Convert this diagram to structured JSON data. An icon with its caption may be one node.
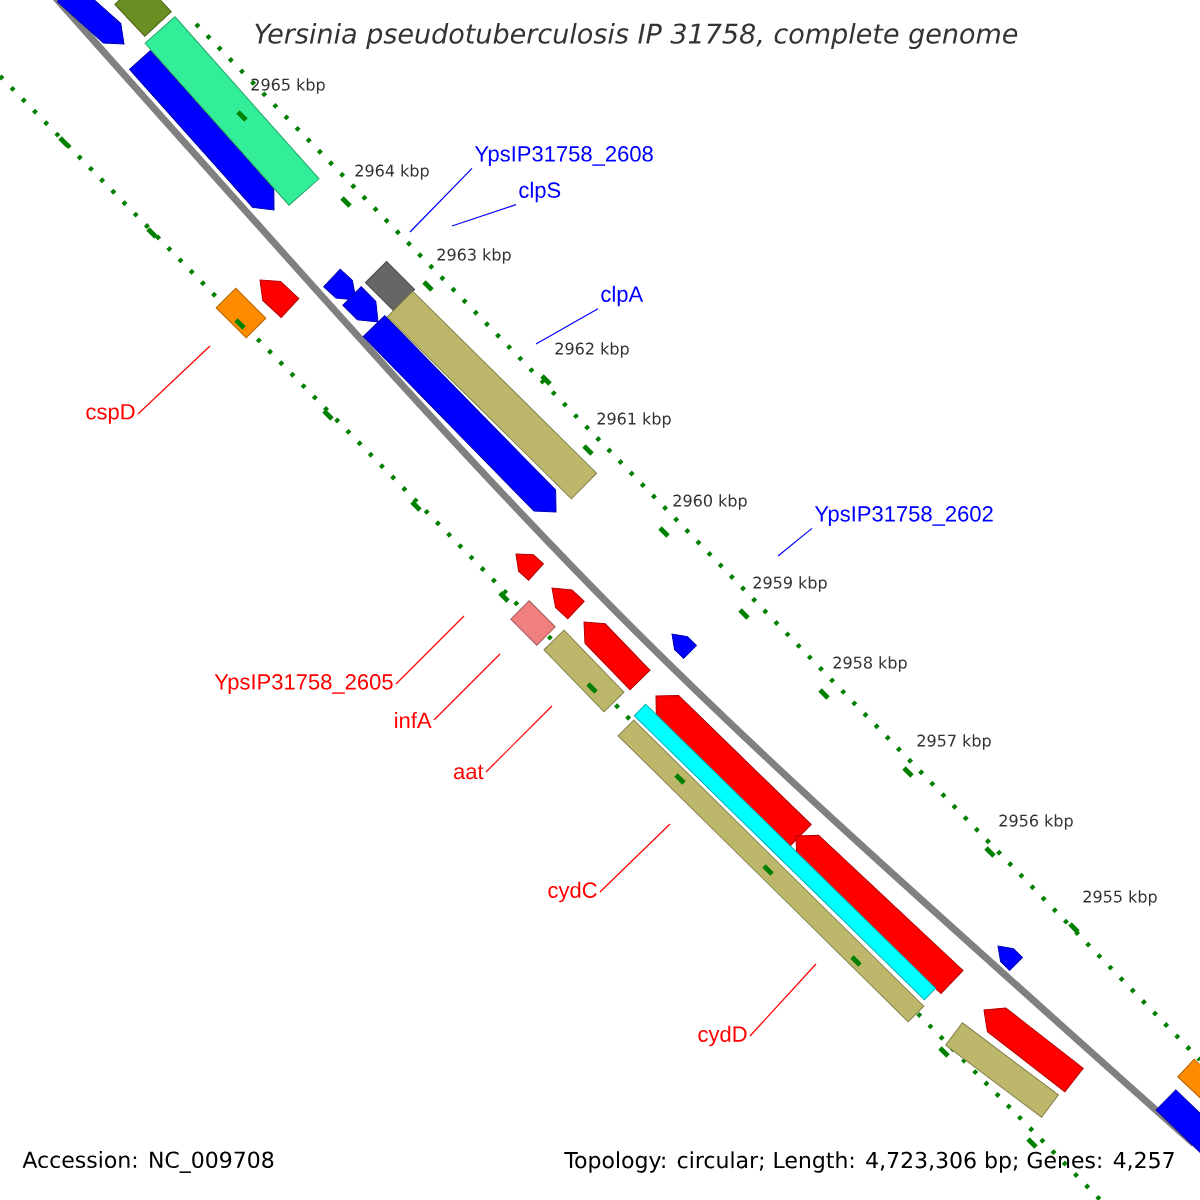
{
  "diagram": {
    "title": "Yersinia pseudotuberculosis IP 31758, complete genome",
    "nodes": [
      {
        "text": [
          "YpsIP31758_2608"
        ]
      },
      {
        "text": [
          "clpS"
        ]
      },
      {
        "text": [
          "clpA"
        ]
      },
      {
        "text": [
          "cspD"
        ]
      },
      {
        "text": [
          "YpsIP31758_2602"
        ]
      },
      {
        "text": [
          "YpsIP31758_2605"
        ]
      },
      {
        "text": [
          "infA"
        ]
      },
      {
        "text": [
          "aat"
        ]
      },
      {
        "text": [
          "cydC"
        ]
      },
      {
        "text": [
          "cydD"
        ]
      }
    ],
    "edges": [
      {
        "from": 0,
        "to": null,
        "arrow": "none",
        "color": "#0000ff"
      },
      {
        "from": 1,
        "to": null,
        "arrow": "none",
        "color": "#0000ff"
      },
      {
        "from": 2,
        "to": null,
        "arrow": "none",
        "color": "#0000ff"
      },
      {
        "from": 3,
        "to": null,
        "arrow": "none"
      },
      {
        "from": 4,
        "to": null,
        "arrow": "none",
        "color": "#0000ff"
      },
      {
        "from": 5,
        "to": null,
        "arrow": "none"
      },
      {
        "from": 6,
        "to": null,
        "arrow": "none"
      },
      {
        "from": 7,
        "to": null,
        "arrow": "none"
      },
      {
        "from": 8,
        "to": null,
        "arrow": "none"
      },
      {
        "from": 9,
        "to": null,
        "arrow": "none"
      }
    ],
    "labels": [
      "2965 kbp",
      "2964 kbp",
      "2963 kbp",
      "2962 kbp",
      "2961 kbp",
      "2960 kbp",
      "2959 kbp",
      "2958 kbp",
      "2957 kbp",
      "2956 kbp",
      "2955 kbp",
      "Accession: NC_009708",
      "Topology: circular; Length: 4,723,306 bp; Genes: 4,257"
    ]
  }
}
